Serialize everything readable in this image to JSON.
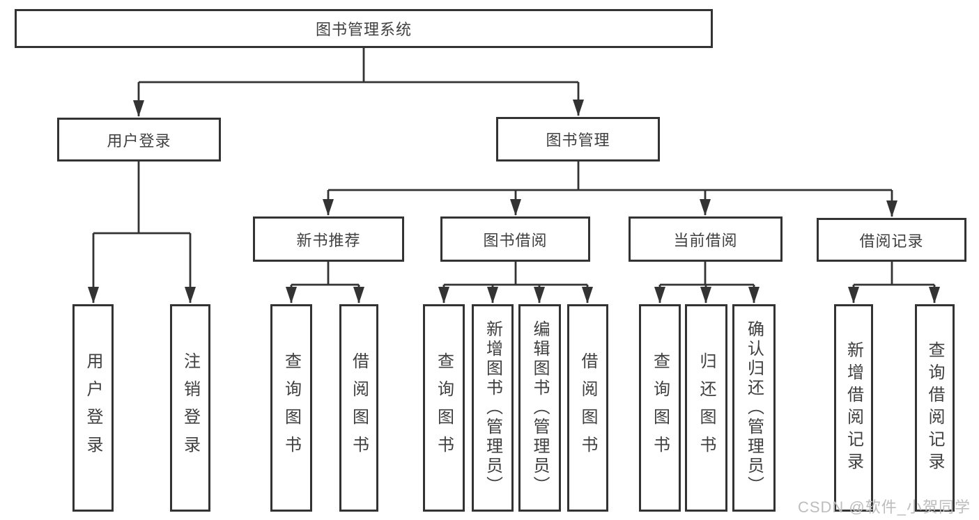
{
  "diagram": {
    "title": "图书管理系统",
    "nodes": {
      "root": {
        "label": "图书管理系统"
      },
      "user_login": {
        "label": "用户登录"
      },
      "book_mgmt": {
        "label": "图书管理"
      },
      "new_book_rec": {
        "label": "新书推荐"
      },
      "book_borrow": {
        "label": "图书借阅"
      },
      "current_borrow": {
        "label": "当前借阅"
      },
      "borrow_records": {
        "label": "借阅记录"
      },
      "leaves": {
        "user_login": [
          "用户登录",
          "注销登录"
        ],
        "new_book_rec": [
          "查询图书",
          "借阅图书"
        ],
        "book_borrow": [
          "查询图书",
          "新增图书（管理员）",
          "编辑图书（管理员）",
          "借阅图书"
        ],
        "current_borrow": [
          "查询图书",
          "归还图书",
          "确认归还（管理员）"
        ],
        "borrow_records": [
          "新增借阅记录",
          "查询借阅记录"
        ]
      }
    },
    "watermark": "CSDN @软件_小贺同学",
    "colors": {
      "line": "#333333",
      "text": "#3f3f3f",
      "box_fill": "#ffffff",
      "watermark": "#bdbdbd",
      "background": "#ffffff"
    }
  }
}
